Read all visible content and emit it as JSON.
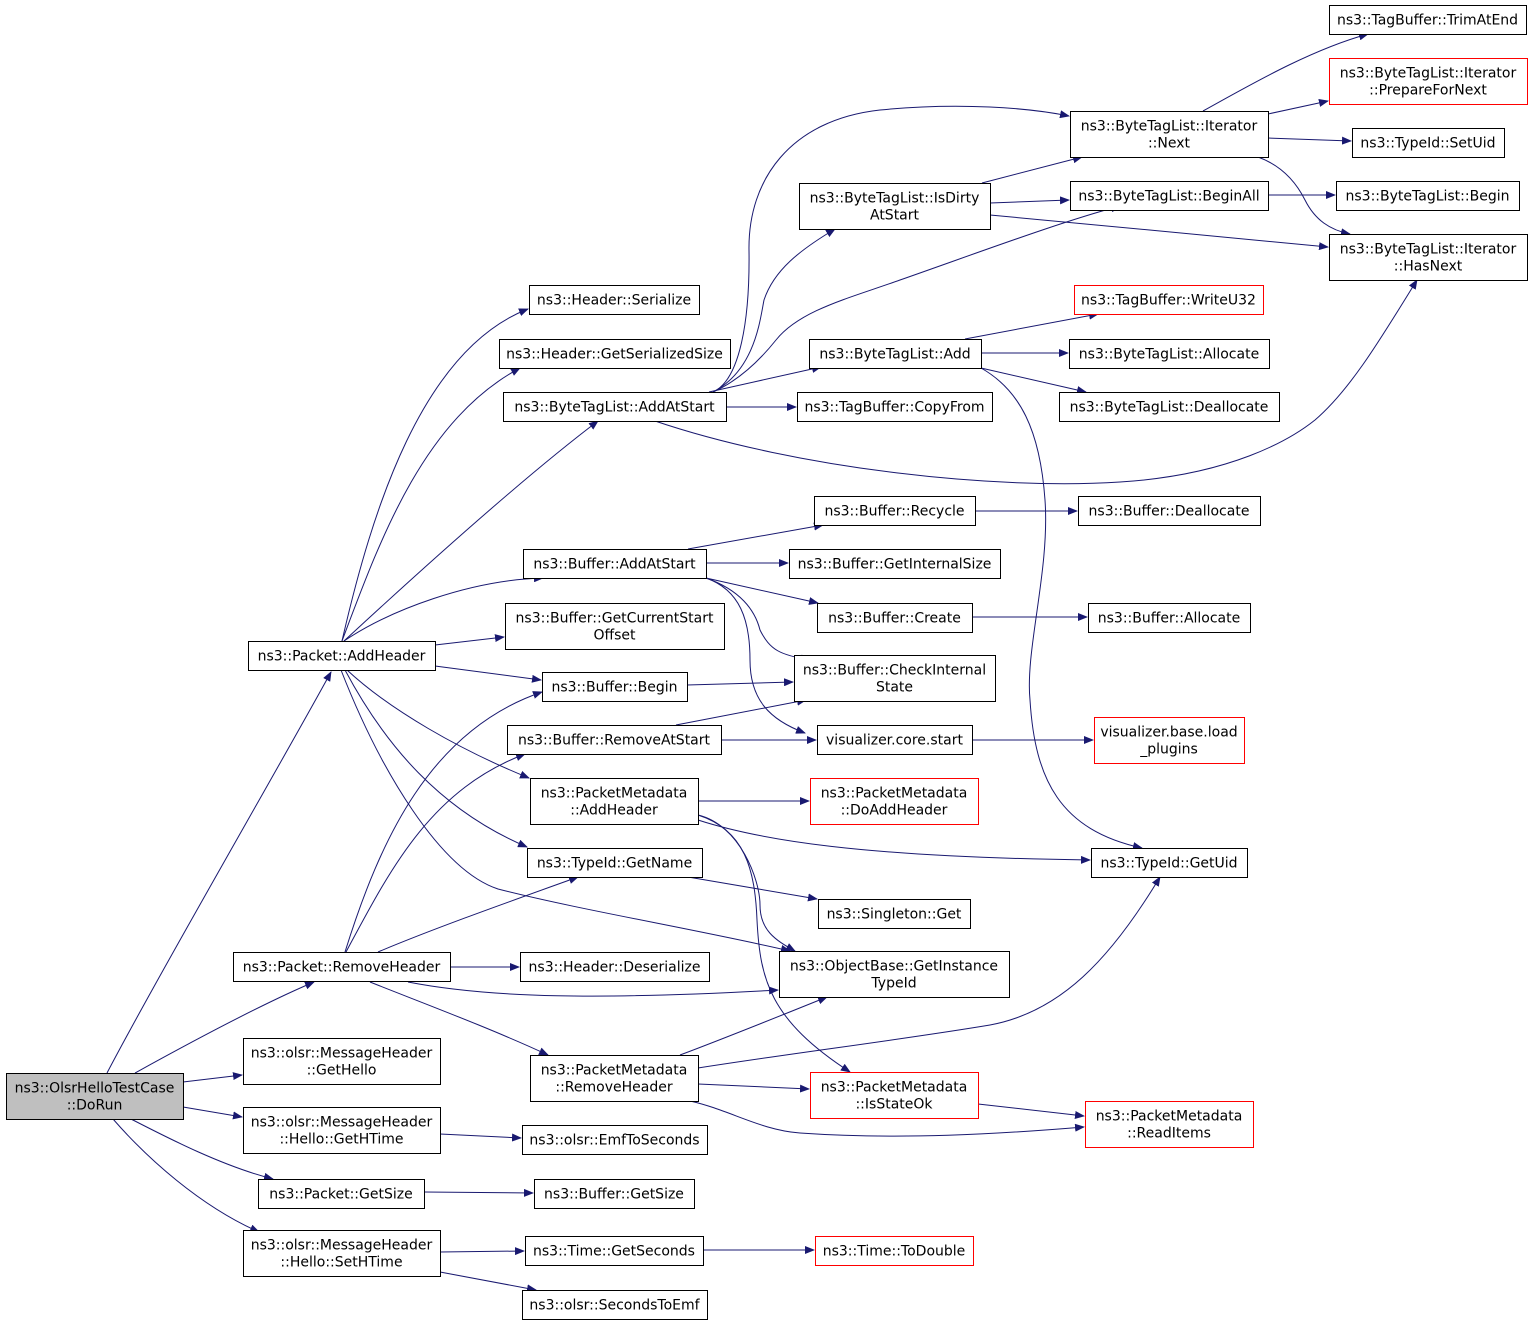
{
  "graph": {
    "edge_color": "#191970",
    "root_fill": "#bfbfbf",
    "incomplete_border": "#ff0000",
    "nodes": [
      {
        "id": "root",
        "lines": [
          "ns3::OlsrHelloTestCase",
          "::DoRun"
        ],
        "style": "root"
      },
      {
        "id": "pkt_addheader",
        "lines": [
          "ns3::Packet::AddHeader"
        ]
      },
      {
        "id": "pkt_removeheader",
        "lines": [
          "ns3::Packet::RemoveHeader"
        ]
      },
      {
        "id": "msg_gethello",
        "lines": [
          "ns3::olsr::MessageHeader",
          "::GetHello"
        ]
      },
      {
        "id": "hello_gethtime",
        "lines": [
          "ns3::olsr::MessageHeader",
          "::Hello::GetHTime"
        ]
      },
      {
        "id": "pkt_getsize",
        "lines": [
          "ns3::Packet::GetSize"
        ]
      },
      {
        "id": "hello_sethtime",
        "lines": [
          "ns3::olsr::MessageHeader",
          "::Hello::SetHTime"
        ]
      },
      {
        "id": "hdr_serialize",
        "lines": [
          "ns3::Header::Serialize"
        ]
      },
      {
        "id": "hdr_getserializedsize",
        "lines": [
          "ns3::Header::GetSerializedSize"
        ]
      },
      {
        "id": "btl_addatstart",
        "lines": [
          "ns3::ByteTagList::AddAtStart"
        ]
      },
      {
        "id": "buf_addatstart",
        "lines": [
          "ns3::Buffer::AddAtStart"
        ]
      },
      {
        "id": "buf_getcurrentstartoffset",
        "lines": [
          "ns3::Buffer::GetCurrentStart",
          "Offset"
        ]
      },
      {
        "id": "buf_begin",
        "lines": [
          "ns3::Buffer::Begin"
        ]
      },
      {
        "id": "buf_removeatstart",
        "lines": [
          "ns3::Buffer::RemoveAtStart"
        ]
      },
      {
        "id": "pm_addheader",
        "lines": [
          "ns3::PacketMetadata",
          "::AddHeader"
        ]
      },
      {
        "id": "typeid_getname",
        "lines": [
          "ns3::TypeId::GetName"
        ]
      },
      {
        "id": "hdr_deserialize",
        "lines": [
          "ns3::Header::Deserialize"
        ]
      },
      {
        "id": "pm_removeheader",
        "lines": [
          "ns3::PacketMetadata",
          "::RemoveHeader"
        ]
      },
      {
        "id": "emftoseconds",
        "lines": [
          "ns3::olsr::EmfToSeconds"
        ]
      },
      {
        "id": "buf_getsize",
        "lines": [
          "ns3::Buffer::GetSize"
        ]
      },
      {
        "id": "time_getseconds",
        "lines": [
          "ns3::Time::GetSeconds"
        ]
      },
      {
        "id": "secondstoemf",
        "lines": [
          "ns3::olsr::SecondsToEmf"
        ]
      },
      {
        "id": "btl_isdirtyatstart",
        "lines": [
          "ns3::ByteTagList::IsDirty",
          "AtStart"
        ]
      },
      {
        "id": "btl_add",
        "lines": [
          "ns3::ByteTagList::Add"
        ]
      },
      {
        "id": "tb_copyfrom",
        "lines": [
          "ns3::TagBuffer::CopyFrom"
        ]
      },
      {
        "id": "buf_recycle",
        "lines": [
          "ns3::Buffer::Recycle"
        ]
      },
      {
        "id": "buf_getinternalsize",
        "lines": [
          "ns3::Buffer::GetInternalSize"
        ]
      },
      {
        "id": "buf_create",
        "lines": [
          "ns3::Buffer::Create"
        ]
      },
      {
        "id": "buf_checkinternalstate",
        "lines": [
          "ns3::Buffer::CheckInternal",
          "State"
        ]
      },
      {
        "id": "viz_core_start",
        "lines": [
          "visualizer.core.start"
        ]
      },
      {
        "id": "pm_doaddheader",
        "lines": [
          "ns3::PacketMetadata",
          "::DoAddHeader"
        ],
        "style": "red"
      },
      {
        "id": "singleton_get",
        "lines": [
          "ns3::Singleton::Get"
        ]
      },
      {
        "id": "ob_getinstancetypeid",
        "lines": [
          "ns3::ObjectBase::GetInstance",
          "TypeId"
        ]
      },
      {
        "id": "pm_isstateok",
        "lines": [
          "ns3::PacketMetadata",
          "::IsStateOk"
        ],
        "style": "red"
      },
      {
        "id": "time_todouble",
        "lines": [
          "ns3::Time::ToDouble"
        ],
        "style": "red"
      },
      {
        "id": "btli_next",
        "lines": [
          "ns3::ByteTagList::Iterator",
          "::Next"
        ]
      },
      {
        "id": "btl_beginall",
        "lines": [
          "ns3::ByteTagList::BeginAll"
        ]
      },
      {
        "id": "tb_writeu32",
        "lines": [
          "ns3::TagBuffer::WriteU32"
        ],
        "style": "red"
      },
      {
        "id": "btl_allocate",
        "lines": [
          "ns3::ByteTagList::Allocate"
        ]
      },
      {
        "id": "btl_deallocate",
        "lines": [
          "ns3::ByteTagList::Deallocate"
        ]
      },
      {
        "id": "buf_deallocate",
        "lines": [
          "ns3::Buffer::Deallocate"
        ]
      },
      {
        "id": "buf_allocate",
        "lines": [
          "ns3::Buffer::Allocate"
        ]
      },
      {
        "id": "viz_base_loadplugins",
        "lines": [
          "visualizer.base.load",
          "_plugins"
        ],
        "style": "red"
      },
      {
        "id": "typeid_getuid",
        "lines": [
          "ns3::TypeId::GetUid"
        ]
      },
      {
        "id": "pm_readitems",
        "lines": [
          "ns3::PacketMetadata",
          "::ReadItems"
        ],
        "style": "red"
      },
      {
        "id": "tb_trimatend",
        "lines": [
          "ns3::TagBuffer::TrimAtEnd"
        ]
      },
      {
        "id": "btli_preparefornext",
        "lines": [
          "ns3::ByteTagList::Iterator",
          "::PrepareForNext"
        ],
        "style": "red"
      },
      {
        "id": "typeid_setuid",
        "lines": [
          "ns3::TypeId::SetUid"
        ]
      },
      {
        "id": "btl_begin",
        "lines": [
          "ns3::ByteTagList::Begin"
        ]
      },
      {
        "id": "btli_hasnext",
        "lines": [
          "ns3::ByteTagList::Iterator",
          "::HasNext"
        ]
      }
    ],
    "edges": [
      [
        "root",
        "pkt_addheader"
      ],
      [
        "root",
        "pkt_removeheader"
      ],
      [
        "root",
        "msg_gethello"
      ],
      [
        "root",
        "hello_gethtime"
      ],
      [
        "root",
        "pkt_getsize"
      ],
      [
        "root",
        "hello_sethtime"
      ],
      [
        "pkt_addheader",
        "hdr_serialize"
      ],
      [
        "pkt_addheader",
        "hdr_getserializedsize"
      ],
      [
        "pkt_addheader",
        "btl_addatstart"
      ],
      [
        "pkt_addheader",
        "buf_addatstart"
      ],
      [
        "pkt_addheader",
        "buf_getcurrentstartoffset"
      ],
      [
        "pkt_addheader",
        "buf_begin"
      ],
      [
        "pkt_addheader",
        "pm_addheader"
      ],
      [
        "pkt_addheader",
        "typeid_getname"
      ],
      [
        "pkt_addheader",
        "ob_getinstancetypeid"
      ],
      [
        "pkt_removeheader",
        "buf_begin"
      ],
      [
        "pkt_removeheader",
        "buf_removeatstart"
      ],
      [
        "pkt_removeheader",
        "typeid_getname"
      ],
      [
        "pkt_removeheader",
        "hdr_deserialize"
      ],
      [
        "pkt_removeheader",
        "ob_getinstancetypeid"
      ],
      [
        "pkt_removeheader",
        "pm_removeheader"
      ],
      [
        "hello_gethtime",
        "emftoseconds"
      ],
      [
        "pkt_getsize",
        "buf_getsize"
      ],
      [
        "hello_sethtime",
        "time_getseconds"
      ],
      [
        "hello_sethtime",
        "secondstoemf"
      ],
      [
        "btl_addatstart",
        "btli_next"
      ],
      [
        "btl_addatstart",
        "btl_isdirtyatstart"
      ],
      [
        "btl_addatstart",
        "btl_beginall"
      ],
      [
        "btl_addatstart",
        "btl_add"
      ],
      [
        "btl_addatstart",
        "tb_copyfrom"
      ],
      [
        "btl_addatstart",
        "btli_hasnext"
      ],
      [
        "buf_addatstart",
        "buf_recycle"
      ],
      [
        "buf_addatstart",
        "buf_getinternalsize"
      ],
      [
        "buf_addatstart",
        "buf_create"
      ],
      [
        "buf_addatstart",
        "buf_checkinternalstate"
      ],
      [
        "buf_addatstart",
        "viz_core_start"
      ],
      [
        "buf_begin",
        "buf_checkinternalstate"
      ],
      [
        "buf_removeatstart",
        "buf_checkinternalstate"
      ],
      [
        "buf_removeatstart",
        "viz_core_start"
      ],
      [
        "pm_addheader",
        "pm_doaddheader"
      ],
      [
        "pm_addheader",
        "typeid_getuid"
      ],
      [
        "pm_addheader",
        "ob_getinstancetypeid"
      ],
      [
        "pm_addheader",
        "pm_isstateok"
      ],
      [
        "typeid_getname",
        "singleton_get"
      ],
      [
        "pm_removeheader",
        "ob_getinstancetypeid"
      ],
      [
        "pm_removeheader",
        "typeid_getuid"
      ],
      [
        "pm_removeheader",
        "pm_isstateok"
      ],
      [
        "pm_removeheader",
        "pm_readitems"
      ],
      [
        "time_getseconds",
        "time_todouble"
      ],
      [
        "btl_isdirtyatstart",
        "btli_next"
      ],
      [
        "btl_isdirtyatstart",
        "btl_beginall"
      ],
      [
        "btl_isdirtyatstart",
        "btli_hasnext"
      ],
      [
        "btl_add",
        "tb_writeu32"
      ],
      [
        "btl_add",
        "btl_allocate"
      ],
      [
        "btl_add",
        "btl_deallocate"
      ],
      [
        "btl_add",
        "typeid_getuid"
      ],
      [
        "buf_recycle",
        "buf_deallocate"
      ],
      [
        "buf_create",
        "buf_allocate"
      ],
      [
        "viz_core_start",
        "viz_base_loadplugins"
      ],
      [
        "pm_isstateok",
        "pm_readitems"
      ],
      [
        "btli_next",
        "tb_trimatend"
      ],
      [
        "btli_next",
        "btli_preparefornext"
      ],
      [
        "btli_next",
        "typeid_setuid"
      ],
      [
        "btli_next",
        "btli_hasnext"
      ],
      [
        "btl_beginall",
        "btl_begin"
      ]
    ]
  }
}
